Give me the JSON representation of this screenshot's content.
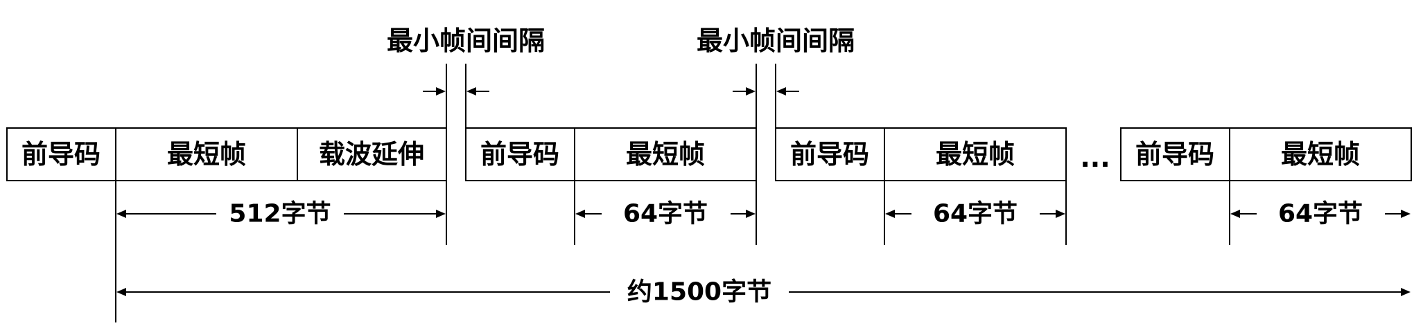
{
  "labels": {
    "preamble": "前导码",
    "shortest_frame": "最短帧",
    "carrier_extension": "载波延伸",
    "min_frame_gap": "最小帧间间隔",
    "ellipsis": "...",
    "bytes_512": "512字节",
    "bytes_64": "64字节",
    "bytes_total": "约1500字节"
  },
  "colors": {
    "stroke": "#000000",
    "text": "#000000",
    "background": "#ffffff"
  }
}
